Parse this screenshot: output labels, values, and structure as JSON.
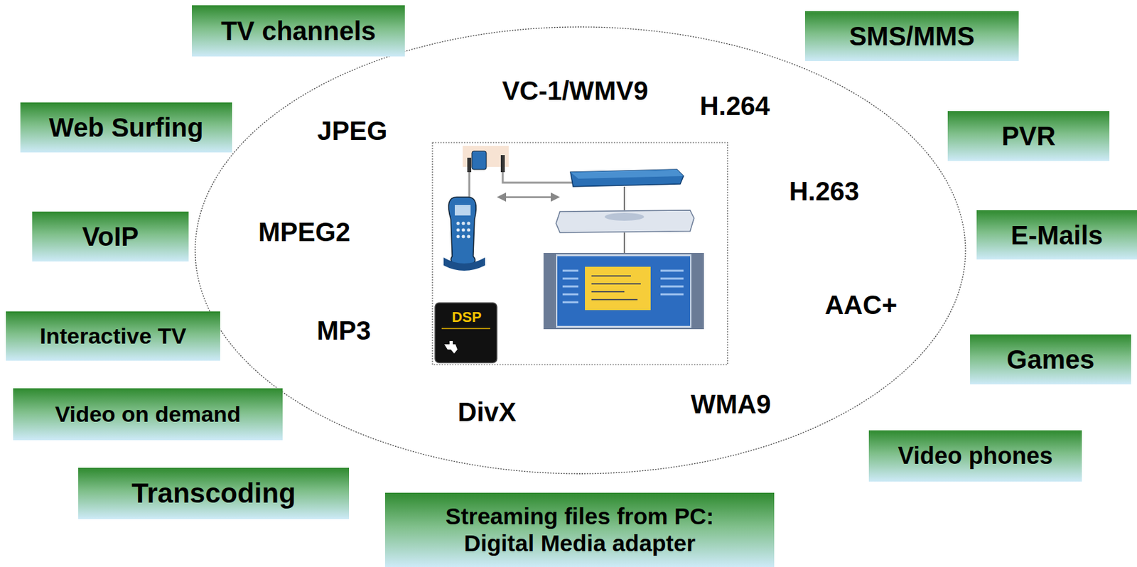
{
  "diagram": {
    "nodes": [
      {
        "text": [
          "VC-1/WMV9",
          "H.264",
          "JPEG",
          "H.263",
          "MPEG2",
          "AAC+",
          "MP3",
          "DivX",
          "WMA9"
        ]
      },
      {
        "text": [
          "TV channels"
        ]
      },
      {
        "text": [
          "SMS/MMS"
        ]
      },
      {
        "text": [
          "Web Surfing"
        ]
      },
      {
        "text": [
          "PVR"
        ]
      },
      {
        "text": [
          "VoIP"
        ]
      },
      {
        "text": [
          "E-Mails"
        ]
      },
      {
        "text": [
          "Interactive TV"
        ]
      },
      {
        "text": [
          "Games"
        ]
      },
      {
        "text": [
          "Video on demand"
        ]
      },
      {
        "text": [
          "Video phones"
        ]
      },
      {
        "text": [
          "Transcoding"
        ]
      },
      {
        "text": [
          "Streaming files from PC: Digital Media adapter"
        ]
      }
    ],
    "labels": [
      "DSP"
    ]
  }
}
